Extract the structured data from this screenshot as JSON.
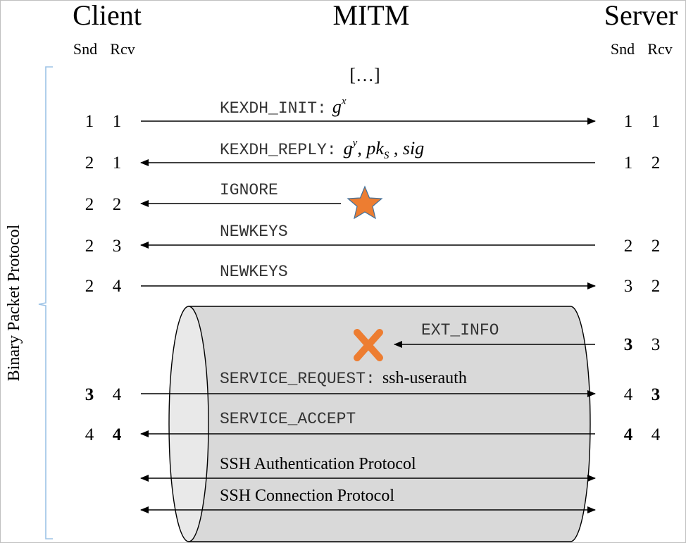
{
  "headers": {
    "client": "Client",
    "mitm": "MITM",
    "server": "Server",
    "snd": "Snd",
    "rcv": "Rcv"
  },
  "bracket_label": "Binary Packet Protocol",
  "ellipsis": "[…]",
  "messages": {
    "kexdh_init": {
      "mono": "KEXDH_INIT:",
      "math": "g",
      "sup": "x"
    },
    "kexdh_reply": {
      "mono": "KEXDH_REPLY:",
      "g": "g",
      "g_sup": "y",
      "pk": "pk",
      "pk_sub": "S",
      "sig": "sig"
    },
    "ignore": "IGNORE",
    "newkeys_1": "NEWKEYS",
    "newkeys_2": "NEWKEYS",
    "ext_info": "EXT_INFO",
    "service_request": {
      "mono": "SERVICE_REQUEST:",
      "text": "ssh-userauth"
    },
    "service_accept": "SERVICE_ACCEPT",
    "ssh_auth": "SSH Authentication Protocol",
    "ssh_conn": "SSH Connection Protocol"
  },
  "counters": {
    "row1": {
      "c_snd": "1",
      "c_rcv": "1",
      "s_snd": "1",
      "s_rcv": "1"
    },
    "row2": {
      "c_snd": "2",
      "c_rcv": "1",
      "s_snd": "1",
      "s_rcv": "2"
    },
    "row3": {
      "c_snd": "2",
      "c_rcv": "2"
    },
    "row4": {
      "c_snd": "2",
      "c_rcv": "3",
      "s_snd": "2",
      "s_rcv": "2"
    },
    "row5": {
      "c_snd": "2",
      "c_rcv": "4",
      "s_snd": "3",
      "s_rcv": "2"
    },
    "row6": {
      "s_snd": "3",
      "s_rcv": "3"
    },
    "row7": {
      "c_snd": "3",
      "c_rcv": "4",
      "s_snd": "4",
      "s_rcv": "3"
    },
    "row8": {
      "c_snd": "4",
      "c_rcv": "4",
      "s_snd": "4",
      "s_rcv": "4"
    }
  },
  "colors": {
    "accent_orange": "#ED7D31",
    "tunnel_fill": "#d9d9d9",
    "tunnel_end": "#e9e9e9",
    "bracket": "#9dc3e6"
  },
  "icons": {
    "star": "star-icon",
    "cross": "cross-icon"
  }
}
